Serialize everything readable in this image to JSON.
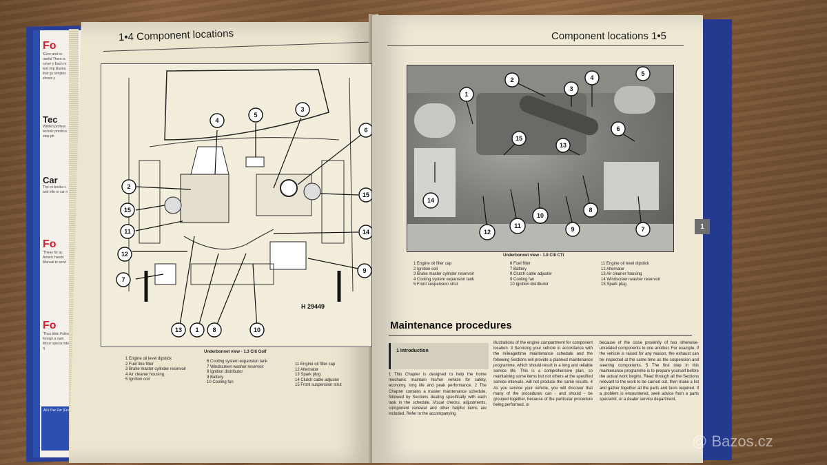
{
  "left_page": {
    "header": "1•4 Component locations",
    "figure_ref": "H 29449",
    "caption_title": "Underbonnet view - 1.3 Citi Golf",
    "captions": [
      [
        "1 Engine oil level dipstick",
        "2 Fuel line filter",
        "3 Brake master cylinder reservoir",
        "4 Air cleaner housing",
        "5 Ignition coil"
      ],
      [
        "6 Cooling system expansion tank",
        "7 Windscreen washer reservoir",
        "8 Ignition distributor",
        "9 Battery",
        "10 Cooling fan"
      ],
      [
        "11 Engine oil filler cap",
        "12 Alternator",
        "13 Spark plug",
        "14 Clutch cable adjuster",
        "15 Front suspension strut"
      ]
    ],
    "callouts": [
      "4",
      "5",
      "3",
      "6",
      "2",
      "15",
      "11",
      "12",
      "7",
      "14",
      "15",
      "9",
      "13",
      "1",
      "8",
      "10"
    ]
  },
  "right_page": {
    "header": "Component locations 1•5",
    "tab": "1",
    "caption_title": "Underbonnet view - 1.8 Citi CTi",
    "captions": [
      [
        "1 Engine oil filler cap",
        "2 Ignition coil",
        "3 Brake master cylinder reservoir",
        "4 Cooling system expansion tank",
        "5 Front suspension strut"
      ],
      [
        "6 Fuel filter",
        "7 Battery",
        "8 Clutch cable adjuster",
        "9 Cooling fan",
        "10 Ignition distributor"
      ],
      [
        "11 Engine oil level dipstick",
        "12 Alternator",
        "13 Air cleaner housing",
        "14 Windscreen washer reservoir",
        "15 Spark plug"
      ]
    ],
    "photo_callouts": [
      "1",
      "2",
      "3",
      "4",
      "5",
      "15",
      "13",
      "6",
      "14",
      "12",
      "11",
      "10",
      "9",
      "8",
      "7"
    ],
    "section_title": "Maintenance procedures",
    "intro_label": "1 Introduction",
    "col1": "1 This Chapter is designed to help the home mechanic maintain his/her vehicle for safety, economy, long life and peak performance. 2 The Chapter contains a master maintenance schedule, followed by Sections dealing specifically with each task in the schedule. Visual checks, adjustments, component renewal and other helpful items are included. Refer to the accompanying",
    "col2": "illustrations of the engine compartment for component location. 3 Servicing your vehicle in accordance with the mileage/time maintenance schedule and the following Sections will provide a planned maintenance programme, which should result in a long and reliable service life. This is a comprehensive plan, so maintaining some items but not others at the specified service intervals, will not produce the same results. 4 As you service your vehicle, you will discover that many of the procedures can - and should - be grouped together, because of the particular procedure being performed, or",
    "col3": "because of the close proximity of two otherwise-unrelated components to one another. For example, if the vehicle is raised for any reason, the exhaust can be inspected at the same time as the suspension and steering components. 5 The first step in this maintenance programme is to prepare yourself before the actual work begins. Read through all the Sections relevant to the work to be carried out, then make a list and gather together all the parts and tools required. If a problem is encountered, seek advice from a parts specialist, or a dealer service department."
  },
  "back_cover": {
    "headings": [
      "Fo",
      "Tec",
      "Car",
      "Fo",
      "Fo"
    ],
    "snippets": [
      "'Exce and ex useful There is cover y Each m text imp illustra that gu simples shows y",
      "Written profess technic practica step ph",
      "The co books c and info or car n",
      "'These for ac Americ hands Manual to servi",
      "'Thos bikin Follow foreign a num Moun specia ride q"
    ],
    "footer_snippet": "All t Our For (Fro"
  },
  "watermark": "@ Bazos.cz"
}
